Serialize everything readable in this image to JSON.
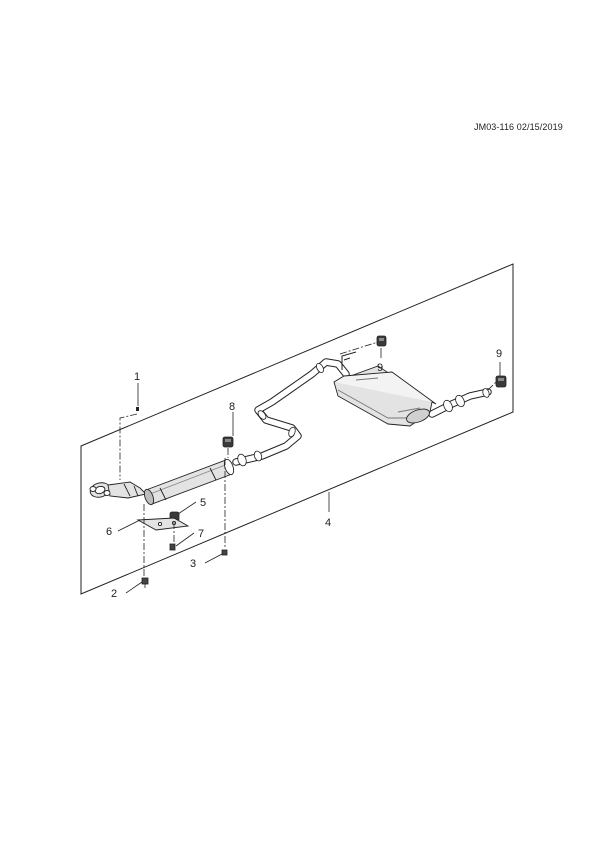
{
  "document_code": "JM03-116 02/15/2019",
  "callouts": [
    {
      "id": "c1",
      "text": "1",
      "part": "exhaust-manifold-gasket"
    },
    {
      "id": "c2",
      "text": "2",
      "part": "bolt"
    },
    {
      "id": "c3",
      "text": "3",
      "part": "nut"
    },
    {
      "id": "c4",
      "text": "4",
      "part": "exhaust-system-assembly"
    },
    {
      "id": "c5",
      "text": "5",
      "part": "insulator"
    },
    {
      "id": "c6",
      "text": "6",
      "part": "bracket"
    },
    {
      "id": "c7",
      "text": "7",
      "part": "bolt"
    },
    {
      "id": "c8",
      "text": "8",
      "part": "hanger-insulator"
    },
    {
      "id": "c9a",
      "text": "9",
      "part": "hanger-insulator"
    },
    {
      "id": "c9b",
      "text": "9",
      "part": "hanger-insulator"
    }
  ],
  "colors": {
    "line": "#222222",
    "part_fill": "#e3e3e3",
    "part_dark": "#8a8a8a"
  }
}
